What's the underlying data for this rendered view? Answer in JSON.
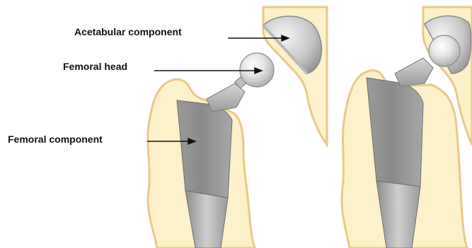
{
  "labels": {
    "acetabular": "Acetabular component",
    "femoral_head": "Femoral head",
    "femoral_component": "Femoral component"
  },
  "colors": {
    "bone_fill": "#FDF1C9",
    "bone_outline": "#E8C98A",
    "implant_dark": "#8E8E8E",
    "implant_mid": "#B0B0B0",
    "implant_light": "#D9D9D9",
    "ball_highlight": "#FFFFFF",
    "arrow": "#111111"
  },
  "icons": {
    "left_panel": "hip-implant-exploded",
    "right_panel": "hip-implant-assembled"
  }
}
